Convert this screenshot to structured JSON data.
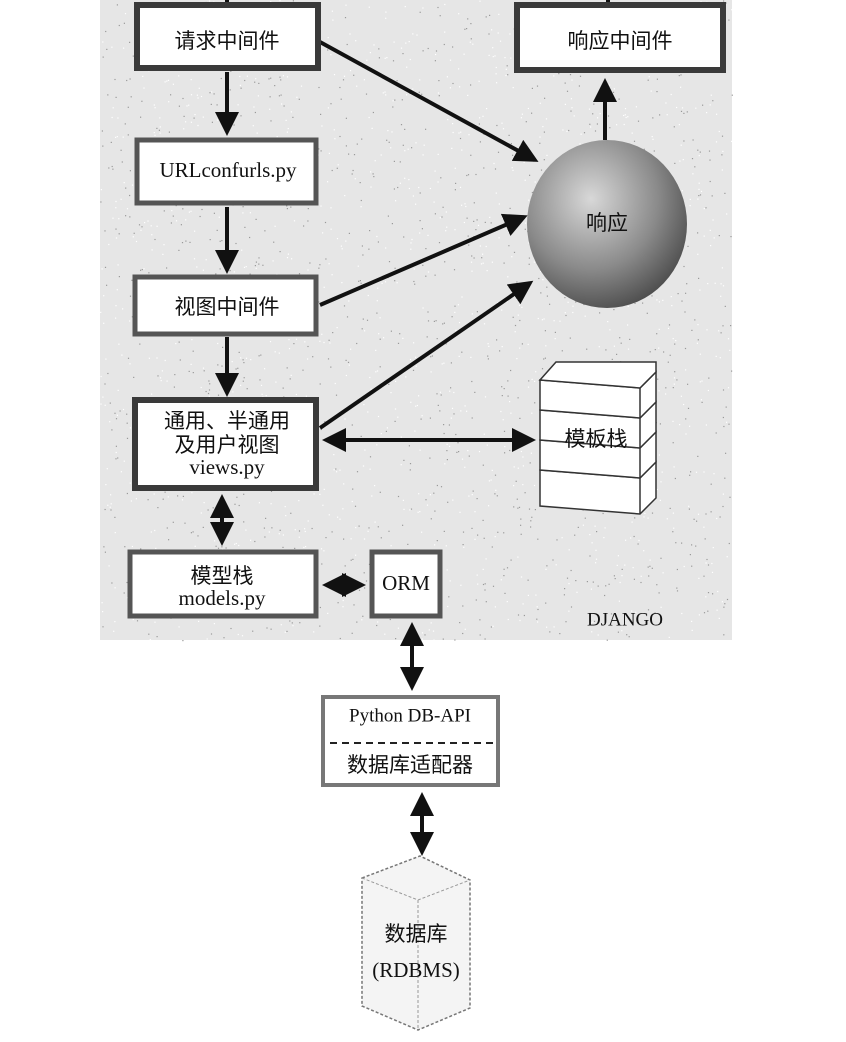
{
  "diagram": {
    "request_middleware": "请求中间件",
    "response_middleware": "响应中间件",
    "urlconf": "URLconfurls.py",
    "view_middleware": "视图中间件",
    "views": {
      "line1": "通用、半通用",
      "line2": "及用户视图",
      "line3": "views.py"
    },
    "response": "响应",
    "template_stack": "模板栈",
    "models": {
      "line1": "模型栈",
      "line2": "models.py"
    },
    "orm": "ORM",
    "framework_label": "DJANGO",
    "db_api": {
      "line1": "Python DB-API",
      "line2": "数据库适配器"
    },
    "database": {
      "line1": "数据库",
      "line2": "(RDBMS)"
    }
  },
  "colors": {
    "background": "#e6e6e6",
    "border": "#3a3a3a",
    "arrow": "#111111"
  }
}
